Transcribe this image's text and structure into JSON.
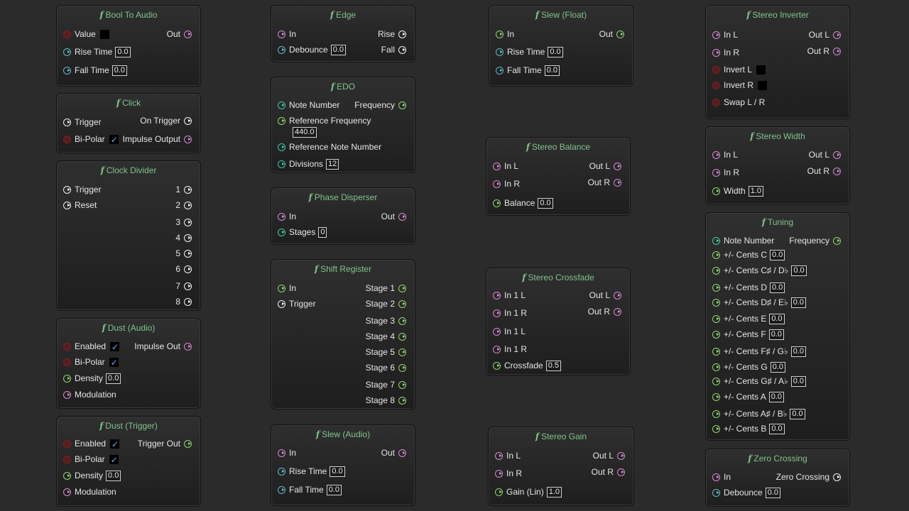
{
  "nodes": {
    "bool_to_audio": {
      "title": "Bool To Audio",
      "value": "Value",
      "out": "Out",
      "rise": "Rise Time",
      "rise_v": "0.0",
      "fall": "Fall Time",
      "fall_v": "0.0"
    },
    "click": {
      "title": "Click",
      "trigger": "Trigger",
      "on_trigger": "On Trigger",
      "bipolar": "Bi-Polar",
      "impulse": "Impulse Output"
    },
    "clock_divider": {
      "title": "Clock Divider",
      "trigger": "Trigger",
      "reset": "Reset",
      "outs": [
        "1",
        "2",
        "3",
        "4",
        "5",
        "6",
        "7",
        "8"
      ]
    },
    "dust_audio": {
      "title": "Dust (Audio)",
      "enabled": "Enabled",
      "impulse": "Impulse Out",
      "bipolar": "Bi-Polar",
      "density": "Density",
      "density_v": "0.0",
      "modulation": "Modulation"
    },
    "dust_trigger": {
      "title": "Dust (Trigger)",
      "enabled": "Enabled",
      "trigger_out": "Trigger Out",
      "bipolar": "Bi-Polar",
      "density": "Density",
      "density_v": "0.0",
      "modulation": "Modulation"
    },
    "edge": {
      "title": "Edge",
      "in": "In",
      "rise": "Rise",
      "debounce": "Debounce",
      "debounce_v": "0.0",
      "fall": "Fall"
    },
    "edo": {
      "title": "EDO",
      "note": "Note Number",
      "freq": "Frequency",
      "ref_freq": "Reference Frequency",
      "ref_freq_v": "440.0",
      "ref_note": "Reference Note Number",
      "div": "Divisions",
      "div_v": "12"
    },
    "phase_disperser": {
      "title": "Phase Disperser",
      "in": "In",
      "out": "Out",
      "stages": "Stages",
      "stages_v": "0"
    },
    "shift_register": {
      "title": "Shift Register",
      "in": "In",
      "trigger": "Trigger",
      "stages": [
        "Stage 1",
        "Stage 2",
        "Stage 3",
        "Stage 4",
        "Stage 5",
        "Stage 6",
        "Stage 7",
        "Stage 8"
      ]
    },
    "slew_audio": {
      "title": "Slew (Audio)",
      "in": "In",
      "out": "Out",
      "rise": "Rise Time",
      "rise_v": "0.0",
      "fall": "Fall Time",
      "fall_v": "0.0"
    },
    "slew_float": {
      "title": "Slew (Float)",
      "in": "In",
      "out": "Out",
      "rise": "Rise Time",
      "rise_v": "0.0",
      "fall": "Fall Time",
      "fall_v": "0.0"
    },
    "stereo_balance": {
      "title": "Stereo Balance",
      "in_l": "In L",
      "out_l": "Out L",
      "in_r": "In R",
      "out_r": "Out R",
      "balance": "Balance",
      "balance_v": "0.0"
    },
    "stereo_crossfade": {
      "title": "Stereo Crossfade",
      "in1l": "In 1 L",
      "out_l": "Out L",
      "in1r": "In 1 R",
      "out_r": "Out R",
      "in1l_b": "In 1 L",
      "in1r_b": "In 1 R",
      "crossfade": "Crossfade",
      "crossfade_v": "0.5"
    },
    "stereo_gain": {
      "title": "Stereo Gain",
      "in_l": "In L",
      "out_l": "Out L",
      "in_r": "In R",
      "out_r": "Out R",
      "gain": "Gain (Lin)",
      "gain_v": "1.0"
    },
    "stereo_inverter": {
      "title": "Stereo Inverter",
      "in_l": "In L",
      "out_l": "Out L",
      "in_r": "In R",
      "out_r": "Out R",
      "invert_l": "Invert L",
      "invert_r": "Invert R",
      "swap": "Swap L / R"
    },
    "stereo_width": {
      "title": "Stereo Width",
      "in_l": "In L",
      "out_l": "Out L",
      "in_r": "In R",
      "out_r": "Out R",
      "width": "Width",
      "width_v": "1.0"
    },
    "tuning": {
      "title": "Tuning",
      "note": "Note Number",
      "freq": "Frequency",
      "cents": [
        {
          "label": "+/- Cents C",
          "v": "0.0"
        },
        {
          "label": "+/- Cents C♯ / D♭",
          "v": "0.0"
        },
        {
          "label": "+/- Cents D",
          "v": "0.0"
        },
        {
          "label": "+/- Cents D♯ / E♭",
          "v": "0.0"
        },
        {
          "label": "+/- Cents E",
          "v": "0.0"
        },
        {
          "label": "+/- Cents F",
          "v": "0.0"
        },
        {
          "label": "+/- Cents F♯ / G♭",
          "v": "0.0"
        },
        {
          "label": "+/- Cents G",
          "v": "0.0"
        },
        {
          "label": "+/- Cents G♯ / A♭",
          "v": "0.0"
        },
        {
          "label": "+/- Cents A",
          "v": "0.0"
        },
        {
          "label": "+/- Cents A♯ / B♭",
          "v": "0.0"
        },
        {
          "label": "+/- Cents B",
          "v": "0.0"
        }
      ]
    },
    "zero_crossing": {
      "title": "Zero Crossing",
      "in": "In",
      "out": "Zero Crossing",
      "debounce": "Debounce",
      "debounce_v": "0.0"
    }
  },
  "colors": {
    "background": "#2b2b2b",
    "title": "#7fc48a",
    "audio_port": "#d687d2",
    "trigger_port": "#f2f2f2",
    "float_port": "#8bd66c",
    "time_port": "#5fb8c8",
    "int_port": "#3fc7a7",
    "bool_port": "#7a2323",
    "check": "#6ab4ff"
  },
  "icons": {
    "function": "function-icon",
    "port": "port-arrow-icon",
    "checkbox": "checkmark-icon"
  }
}
